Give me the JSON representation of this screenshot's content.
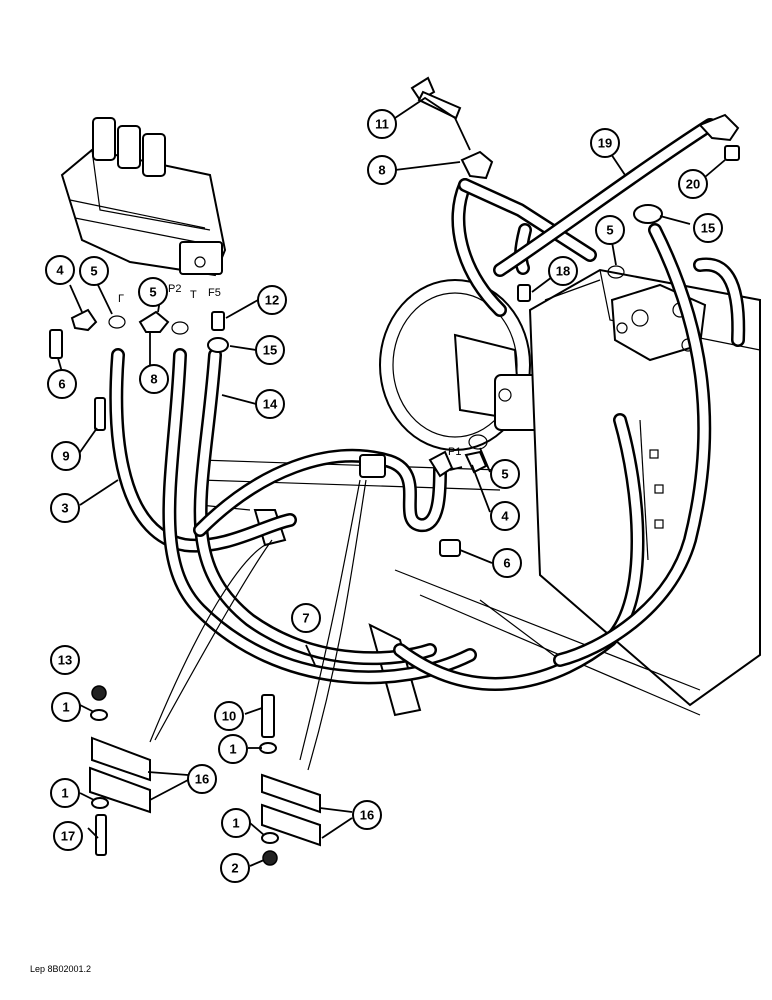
{
  "callouts": {
    "c1a": "1",
    "c1b": "1",
    "c1c": "1",
    "c1d": "1",
    "c2": "2",
    "c3": "3",
    "c4a": "4",
    "c4b": "4",
    "c5a": "5",
    "c5b": "5",
    "c5c": "5",
    "c5d": "5",
    "c6a": "6",
    "c6b": "6",
    "c7": "7",
    "c8a": "8",
    "c8b": "8",
    "c9": "9",
    "c10": "10",
    "c11": "11",
    "c12": "12",
    "c13": "13",
    "c14": "14",
    "c15a": "15",
    "c15b": "15",
    "c16a": "16",
    "c16b": "16",
    "c17": "17",
    "c18": "18",
    "c19": "19",
    "c20": "20"
  },
  "ports": {
    "p1": "P1",
    "p2": "P2",
    "t": "T",
    "f5": "F5",
    "bracket": "Γ"
  },
  "reference": "Lep 8B02001.2"
}
